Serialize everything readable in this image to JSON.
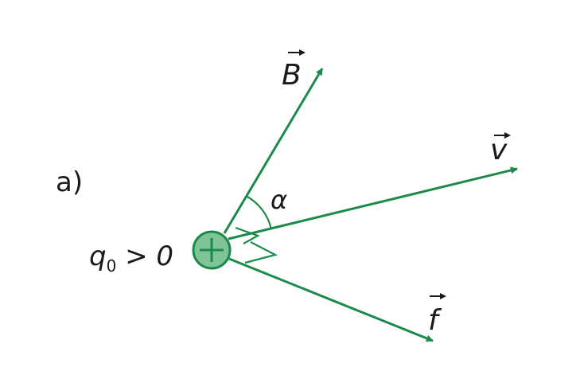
{
  "panel_label": "a)",
  "charge": {
    "symbol": "q",
    "subscript": "0",
    "relation": " > 0"
  },
  "vectors": {
    "B": {
      "label": "B"
    },
    "v": {
      "label": "v"
    },
    "f": {
      "label": "f"
    }
  },
  "angle_label": "α",
  "colors": {
    "vector": "#1b8a4b",
    "charge_fill": "#7fc496",
    "charge_stroke": "#1b8a4b",
    "text": "#1a1a1a"
  },
  "icons": {
    "charge": "plus-circle-icon"
  }
}
